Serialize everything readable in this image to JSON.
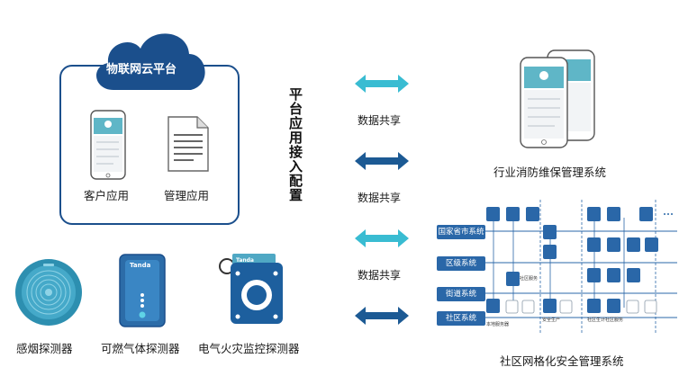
{
  "platform": {
    "title": "物联网云平台"
  },
  "apps": {
    "client": "客户应用",
    "manage": "管理应用"
  },
  "vertical_title": "平台应用接入配置",
  "data_share": [
    "数据共享",
    "数据共享",
    "数据共享"
  ],
  "devices": {
    "smoke": "感烟探测器",
    "gas": "可燃气体探测器",
    "electric": "电气火灾监控探测器"
  },
  "device_brand": "Tanda",
  "right_top_label": "行业消防维保管理系统",
  "right_bottom_label": "社区网格化安全管理系统",
  "levels": [
    "国家省市系统",
    "区级系统",
    "街道系统",
    "社区系统"
  ],
  "sub_labels": [
    "社区服务",
    "本地服务器",
    "安全生产",
    "社区生计",
    "社区服务"
  ],
  "colors": {
    "navy": "#1b4f8c",
    "teal": "#2aaec6",
    "blue_dark": "#1c5a94",
    "cyan_light": "#39bcd2"
  }
}
